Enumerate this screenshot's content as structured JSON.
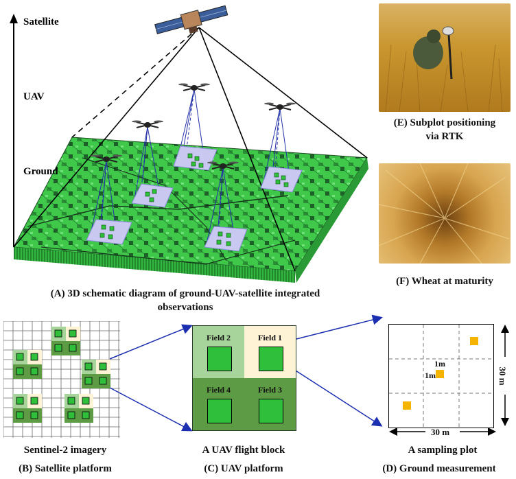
{
  "panelA": {
    "axis_labels": {
      "satellite": "Satellite",
      "uav": "UAV",
      "ground": "Ground"
    },
    "caption_line1": "(A) 3D schematic diagram of ground-UAV-satellite integrated",
    "caption_line2": "observations"
  },
  "panelE": {
    "caption_line1": "(E) Subplot positioning",
    "caption_line2": "via RTK"
  },
  "panelF": {
    "caption": "(F) Wheat at maturity"
  },
  "panelB": {
    "title": "Sentinel-2 imagery",
    "caption": "(B) Satellite platform"
  },
  "panelC": {
    "title": "A UAV flight block",
    "caption": "(C) UAV platform",
    "fields": [
      "Field 2",
      "Field 1",
      "Field 4",
      "Field 3"
    ]
  },
  "panelD": {
    "title": "A sampling plot",
    "caption": "(D) Ground measurement",
    "dim_h": "30 m",
    "dim_v": "30 m",
    "inner_h": "1m",
    "inner_v": "1m"
  },
  "colors": {
    "field_green": "#2fbf3a",
    "sky_box": "#c8c8f0",
    "arrow_blue": "#1c2fb0",
    "sample_orange": "#f5b400",
    "field_light": "#fff3d6"
  }
}
